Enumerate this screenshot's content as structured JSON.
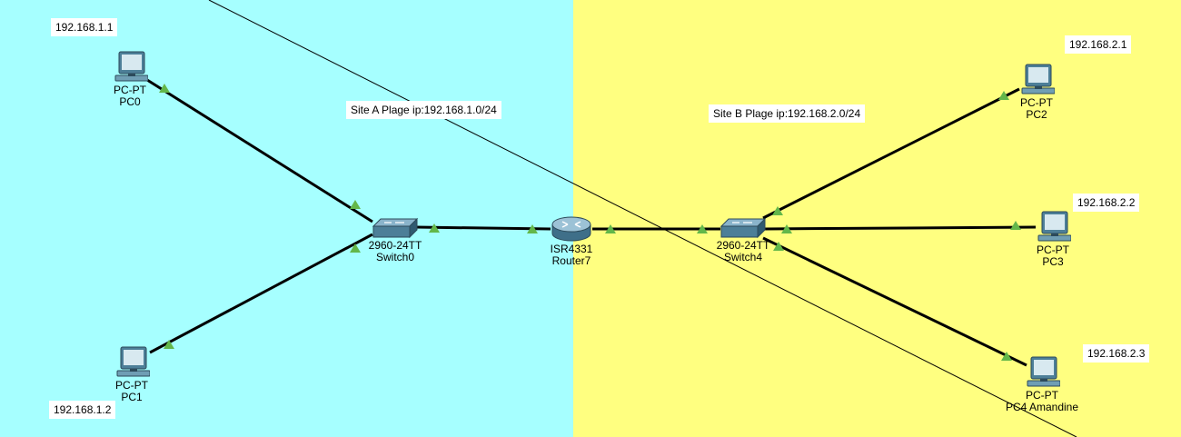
{
  "colors": {
    "site_a_bg": "#a6ffff",
    "site_b_bg": "#ffff80",
    "link": "#000000",
    "port_up": "#63b74a"
  },
  "site_a": {
    "label": "Site A Plage ip:192.168.1.0/24"
  },
  "site_b": {
    "label": "Site B Plage ip:192.168.2.0/24"
  },
  "ip_notes": {
    "pc0": "192.168.1.1",
    "pc1": "192.168.1.2",
    "pc2": "192.168.2.1",
    "pc3": "192.168.2.2",
    "pc4": "192.168.2.3"
  },
  "devices": {
    "pc0": {
      "model": "PC-PT",
      "name": "PC0",
      "icon": "pc-icon"
    },
    "pc1": {
      "model": "PC-PT",
      "name": "PC1",
      "icon": "pc-icon"
    },
    "pc2": {
      "model": "PC-PT",
      "name": "PC2",
      "icon": "pc-icon"
    },
    "pc3": {
      "model": "PC-PT",
      "name": "PC3",
      "icon": "pc-icon"
    },
    "pc4": {
      "model": "PC-PT",
      "name": "PC4 Amandine",
      "icon": "pc-icon"
    },
    "switch0": {
      "model": "2960-24TT",
      "name": "Switch0",
      "icon": "switch-icon"
    },
    "switch4": {
      "model": "2960-24TT",
      "name": "Switch4",
      "icon": "switch-icon"
    },
    "router7": {
      "model": "ISR4331",
      "name": "Router7",
      "icon": "router-icon"
    }
  }
}
